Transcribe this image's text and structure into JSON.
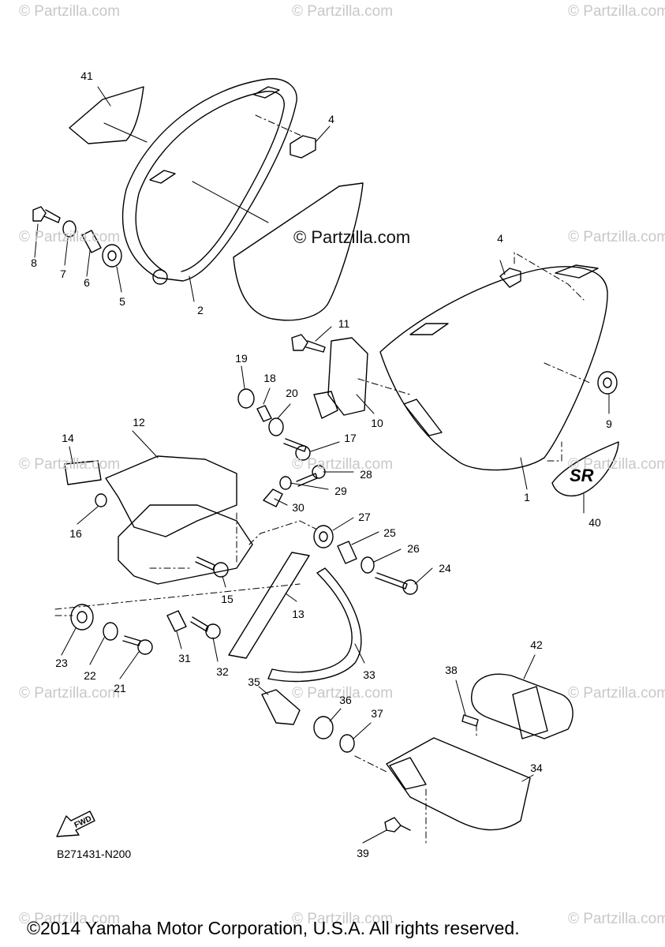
{
  "watermark_text": "© Partzilla.com",
  "center_watermark": "© Partzilla.com",
  "reference_code": "B271431-N200",
  "copyright": "©2014 Yamaha Motor Corporation, U.S.A. All rights reserved.",
  "fwd_label": "FWD",
  "emblem_text": "SR",
  "callouts": [
    "1",
    "2",
    "4",
    "4",
    "5",
    "6",
    "7",
    "8",
    "9",
    "10",
    "11",
    "12",
    "13",
    "14",
    "15",
    "16",
    "17",
    "18",
    "19",
    "20",
    "21",
    "22",
    "23",
    "24",
    "25",
    "26",
    "27",
    "28",
    "29",
    "30",
    "31",
    "32",
    "33",
    "34",
    "35",
    "36",
    "37",
    "38",
    "39",
    "40",
    "41",
    "42"
  ]
}
